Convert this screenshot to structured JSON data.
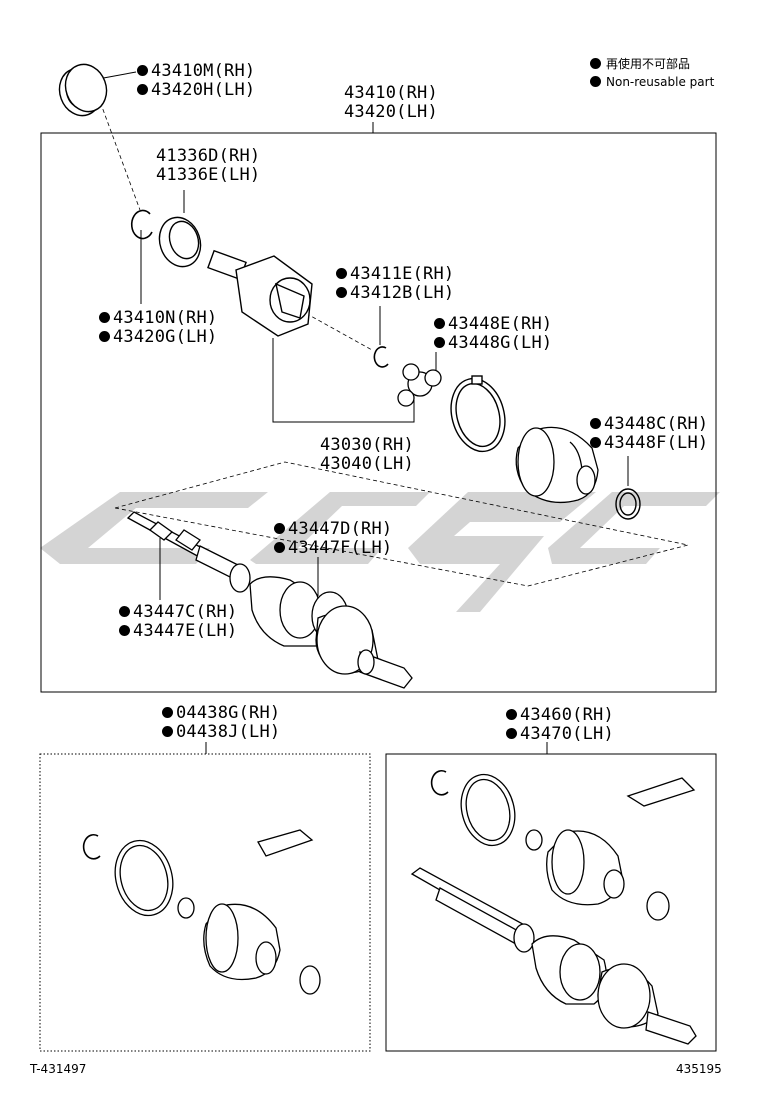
{
  "legend": {
    "non_reusable_jp": "再使用不可部品",
    "non_reusable_en": "Non-reusable part"
  },
  "labels": {
    "oil_seal_rh": "43410M(RH)",
    "oil_seal_lh": "43420H(LH)",
    "assy_rh": "43410(RH)",
    "assy_lh": "43420(LH)",
    "bearing_rh": "41336D(RH)",
    "bearing_lh": "41336E(LH)",
    "snap_outer_rh": "43410N(RH)",
    "snap_outer_lh": "43420G(LH)",
    "snap_inner_rh": "43411E(RH)",
    "snap_inner_lh": "43412B(LH)",
    "clamp_large_rh": "43448E(RH)",
    "clamp_large_lh": "43448G(LH)",
    "clamp_small_rh": "43448C(RH)",
    "clamp_small_lh": "43448F(LH)",
    "inboard_joint_rh": "43030(RH)",
    "inboard_joint_lh": "43040(LH)",
    "outer_clamp_large_rh": "43447D(RH)",
    "outer_clamp_large_lh": "43447F(LH)",
    "outer_clamp_small_rh": "43447C(RH)",
    "outer_clamp_small_lh": "43447E(LH)",
    "boot_kit_in_rh": "04438G(RH)",
    "boot_kit_in_lh": "04438J(LH)",
    "boot_kit_out_rh": "43460(RH)",
    "boot_kit_out_lh": "43470(LH)"
  },
  "footer": {
    "left_code": "T-431497",
    "right_code": "435195"
  }
}
